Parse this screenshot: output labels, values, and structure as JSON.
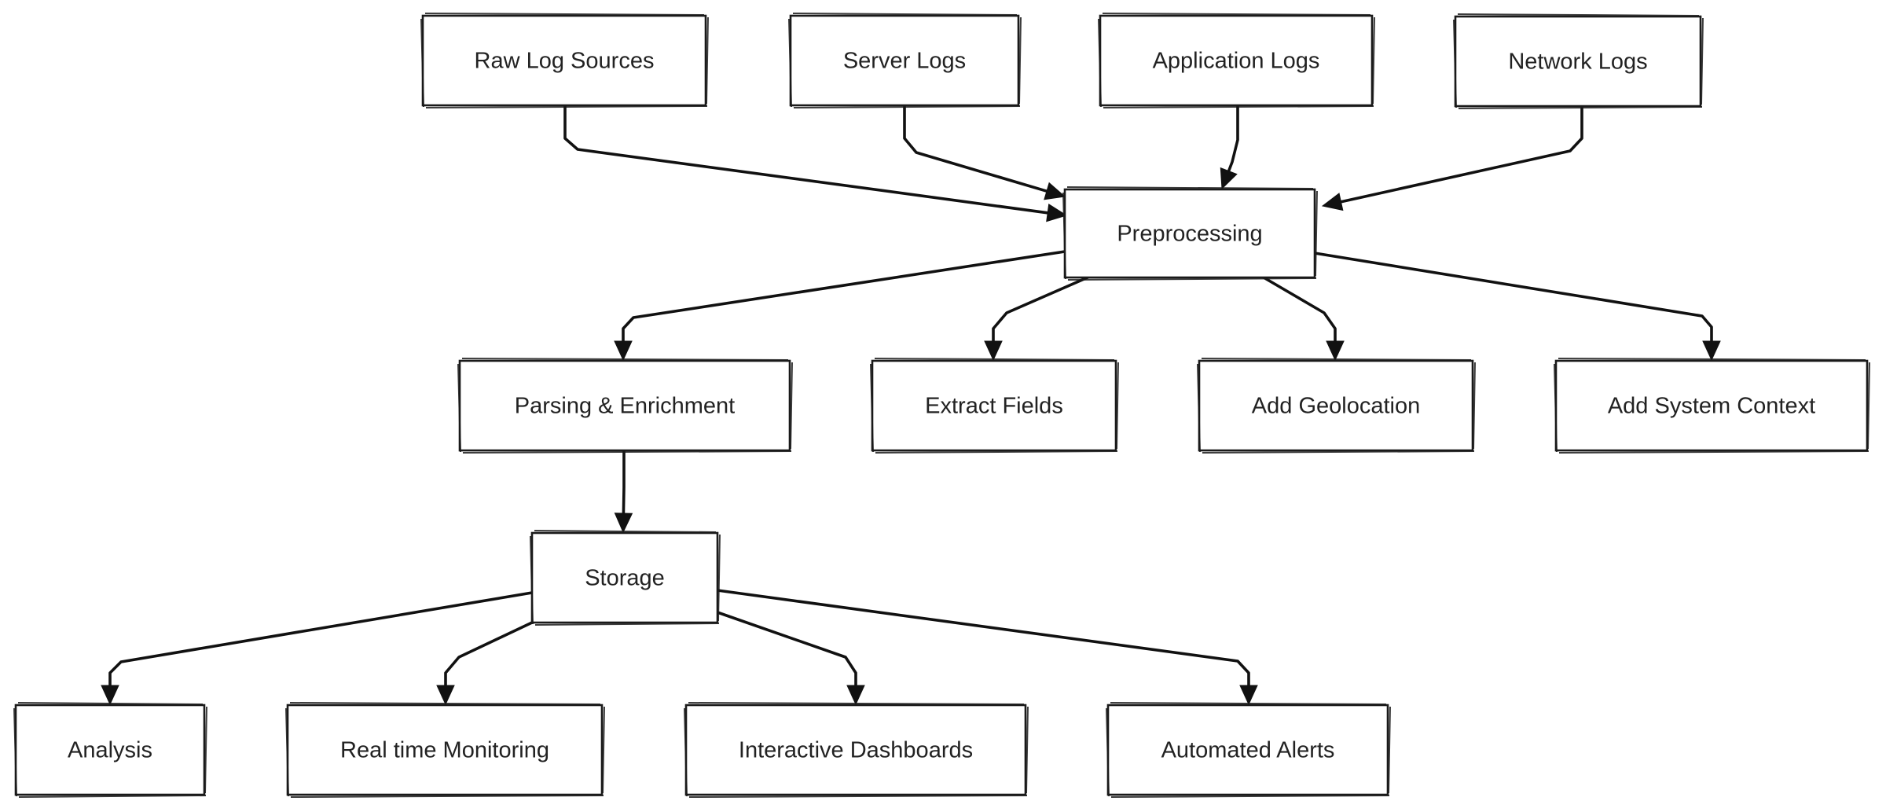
{
  "diagram": {
    "nodes": [
      {
        "id": "raw-log-sources",
        "label": "Raw Log Sources"
      },
      {
        "id": "server-logs",
        "label": "Server Logs"
      },
      {
        "id": "application-logs",
        "label": "Application Logs"
      },
      {
        "id": "network-logs",
        "label": "Network Logs"
      },
      {
        "id": "preprocessing",
        "label": "Preprocessing"
      },
      {
        "id": "parsing-enrichment",
        "label": "Parsing & Enrichment"
      },
      {
        "id": "extract-fields",
        "label": "Extract Fields"
      },
      {
        "id": "add-geolocation",
        "label": "Add Geolocation"
      },
      {
        "id": "add-system-context",
        "label": "Add System Context"
      },
      {
        "id": "storage",
        "label": "Storage"
      },
      {
        "id": "analysis",
        "label": "Analysis"
      },
      {
        "id": "real-time-monitoring",
        "label": "Real time Monitoring"
      },
      {
        "id": "interactive-dashboards",
        "label": "Interactive Dashboards"
      },
      {
        "id": "automated-alerts",
        "label": "Automated Alerts"
      }
    ],
    "edges": [
      {
        "from": "raw-log-sources",
        "to": "preprocessing"
      },
      {
        "from": "server-logs",
        "to": "preprocessing"
      },
      {
        "from": "application-logs",
        "to": "preprocessing"
      },
      {
        "from": "network-logs",
        "to": "preprocessing"
      },
      {
        "from": "preprocessing",
        "to": "parsing-enrichment"
      },
      {
        "from": "preprocessing",
        "to": "extract-fields"
      },
      {
        "from": "preprocessing",
        "to": "add-geolocation"
      },
      {
        "from": "preprocessing",
        "to": "add-system-context"
      },
      {
        "from": "parsing-enrichment",
        "to": "storage"
      },
      {
        "from": "storage",
        "to": "analysis"
      },
      {
        "from": "storage",
        "to": "real-time-monitoring"
      },
      {
        "from": "storage",
        "to": "interactive-dashboards"
      },
      {
        "from": "storage",
        "to": "automated-alerts"
      }
    ]
  }
}
